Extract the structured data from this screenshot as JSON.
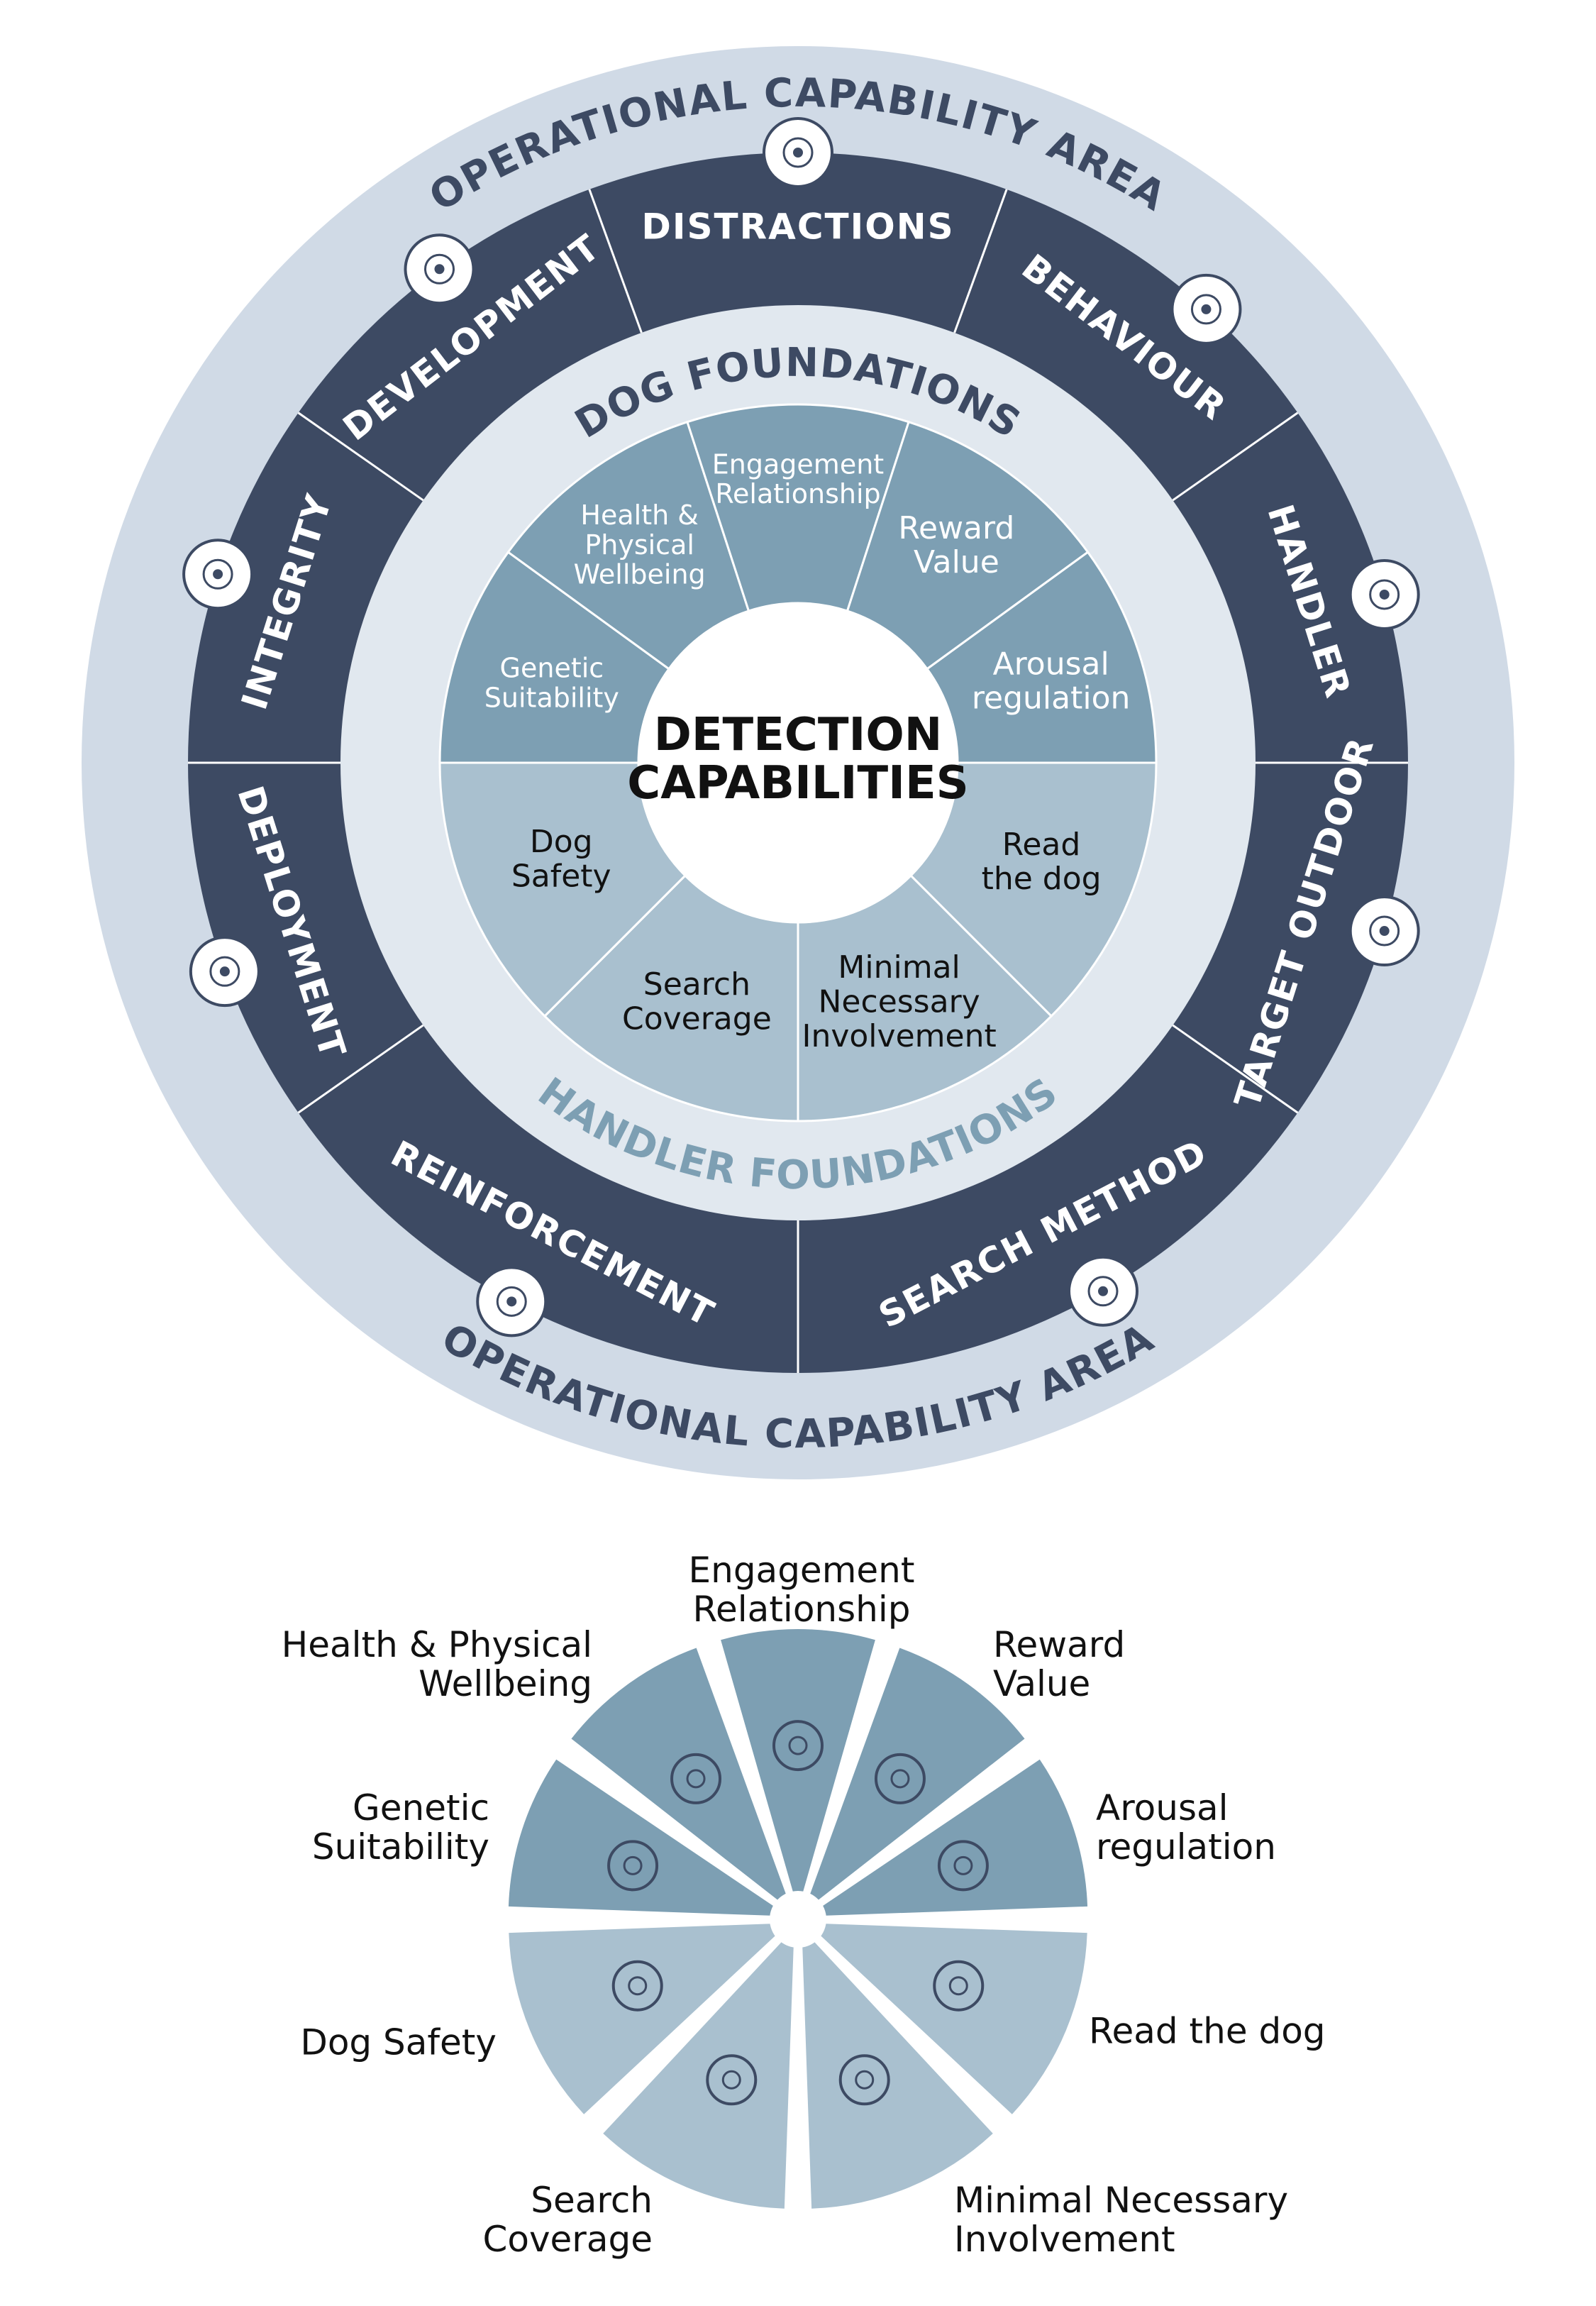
{
  "outer_ring": {
    "label_top": "OPERATIONAL CAPABILITY AREA",
    "label_bottom": "OPERATIONAL CAPABILITY AREA",
    "segments": [
      {
        "label": "DISTRACTIONS",
        "icon": "brain-gear-icon"
      },
      {
        "label": "BEHAVIOUR",
        "icon": "head-heart-icon"
      },
      {
        "label": "HANDLER",
        "icon": "person-walking-dog-icon"
      },
      {
        "label": "TARGET OUTDOOR",
        "icon": "target-icon"
      },
      {
        "label": "SEARCH METHOD",
        "icon": "magnifier-icon"
      },
      {
        "label": "REINFORCEMENT",
        "icon": "reward-badge-icon"
      },
      {
        "label": "DEPLOYMENT",
        "icon": "rocket-icon"
      },
      {
        "label": "INTEGRITY",
        "icon": "handshake-icon"
      },
      {
        "label": "DEVELOPMENT",
        "icon": "gear-arrow-icon"
      }
    ]
  },
  "middle_ring": {
    "top_label": "DOG FOUNDATIONS",
    "bottom_label": "HANDLER FOUNDATIONS"
  },
  "center": {
    "line1": "DETECTION",
    "line2": "CAPABILITIES"
  },
  "dog_foundations": [
    {
      "lines": [
        "Engagement",
        "Relationship"
      ]
    },
    {
      "lines": [
        "Reward",
        "Value"
      ]
    },
    {
      "lines": [
        "Arousal",
        "regulation"
      ]
    },
    {
      "lines": [
        "Genetic",
        "Suitability"
      ]
    },
    {
      "lines": [
        "Health &",
        "Physical",
        "Wellbeing"
      ]
    }
  ],
  "handler_foundations": [
    {
      "lines": [
        "Read",
        "the dog"
      ]
    },
    {
      "lines": [
        "Minimal",
        "Necessary",
        "Involvement"
      ]
    },
    {
      "lines": [
        "Search",
        "Coverage"
      ]
    },
    {
      "lines": [
        "Dog",
        "Safety"
      ]
    }
  ],
  "legend": {
    "items": [
      {
        "lines": [
          "Engagement",
          "Relationship"
        ],
        "icon": "team-handshake-icon"
      },
      {
        "lines": [
          "Reward",
          "Value"
        ],
        "icon": "hand-star-icon"
      },
      {
        "lines": [
          "Arousal",
          "regulation"
        ],
        "icon": "document-shield-icon"
      },
      {
        "lines": [
          "Read the dog"
        ],
        "icon": "person-book-icon"
      },
      {
        "lines": [
          "Minimal Necessary",
          "Involvement"
        ],
        "icon": "joined-hands-icon"
      },
      {
        "lines": [
          "Search",
          "Coverage"
        ],
        "icon": "magnifier-shield-icon"
      },
      {
        "lines": [
          "Dog  Safety"
        ],
        "icon": "shield-paw-icon"
      },
      {
        "lines": [
          "Genetic",
          "Suitability"
        ],
        "icon": "gear-thumbs-up-icon"
      },
      {
        "lines": [
          "Health & Physical",
          "Wellbeing"
        ],
        "icon": "head-lotus-icon"
      }
    ]
  },
  "colors": {
    "navy": "#3d4a63",
    "outer_band": "#d0dae6",
    "middle_band": "#e1e8ef",
    "dog_segment": "#7d9fb3",
    "handler_segment": "#a9c0cf",
    "label_navy": "#3d4a63",
    "handler_label": "#7d9fb3"
  }
}
